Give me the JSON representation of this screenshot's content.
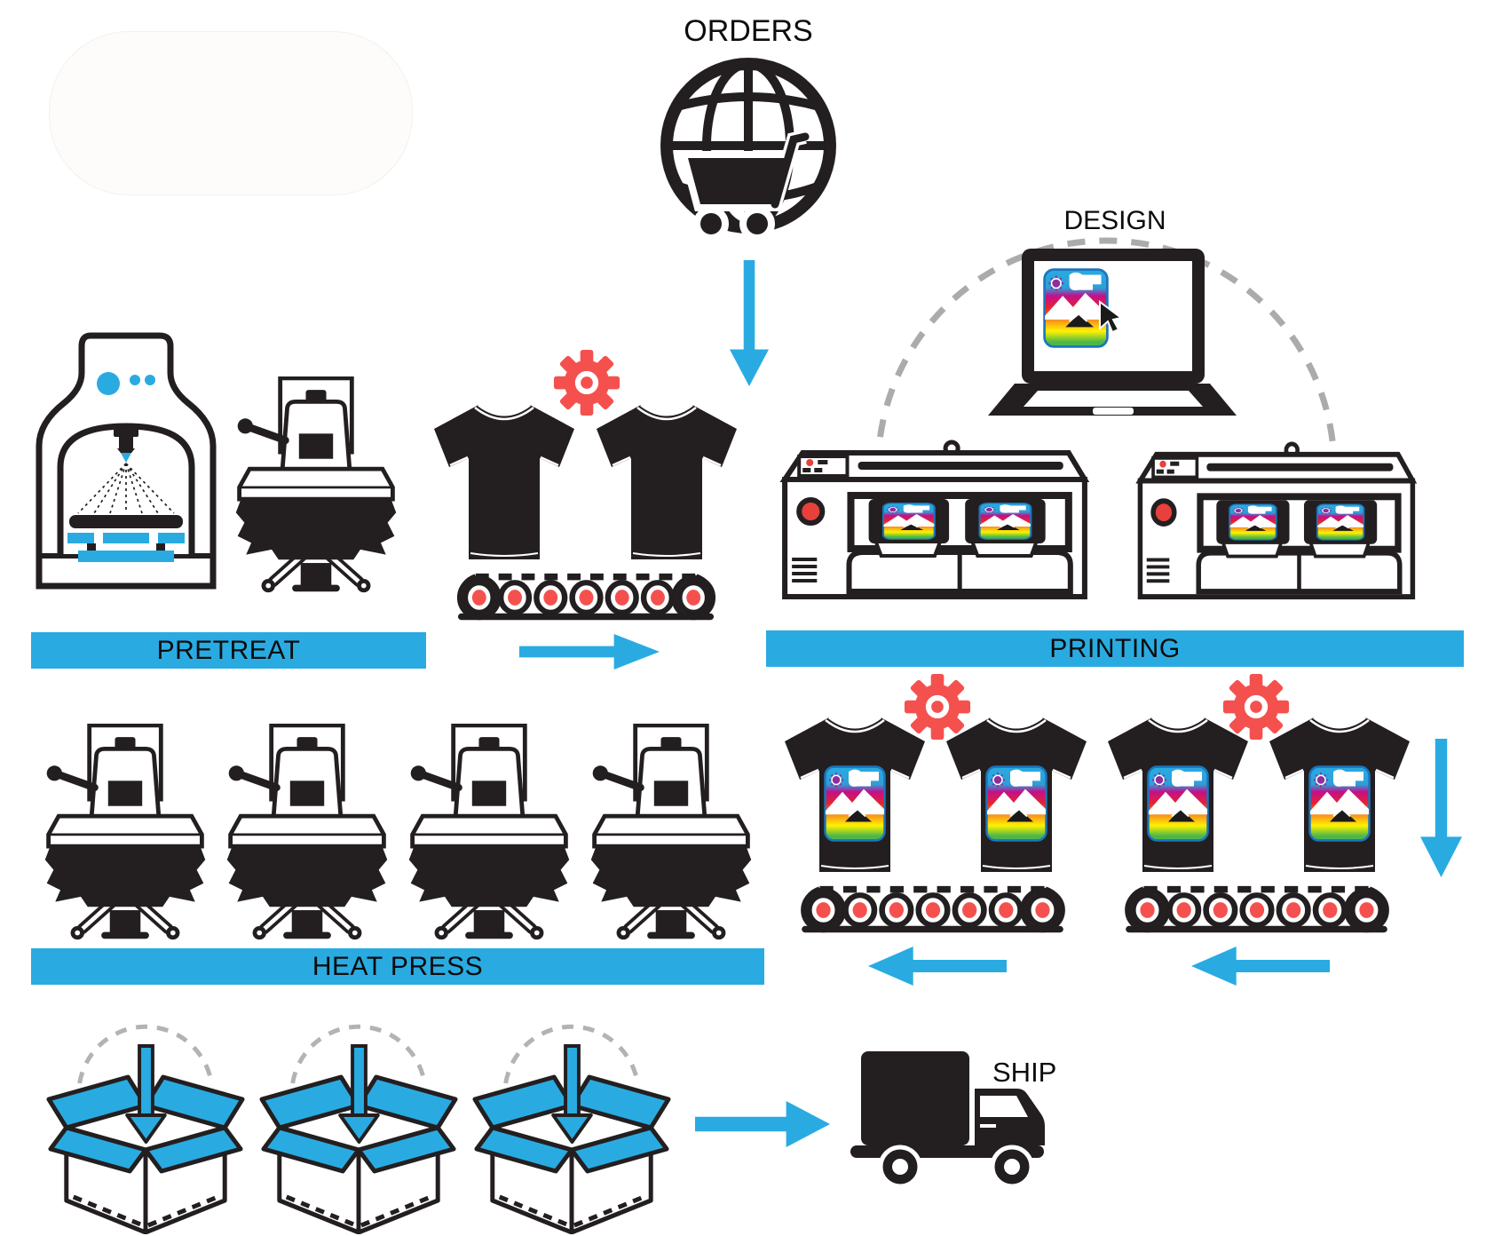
{
  "labels": {
    "orders": "ORDERS",
    "design": "DESIGN",
    "pretreat": "PRETREAT",
    "printing": "PRINTING",
    "heat_press": "HEAT PRESS",
    "ship": "SHIP"
  },
  "colors": {
    "accent_blue": "#29ABE2",
    "accent_red": "#F4514E",
    "button_red": "#E8403A",
    "ink_black": "#231F20",
    "dash_gray": "#ABABAB",
    "print_border_blue": "#1C75BC",
    "print_sun_purple": "#8E2E9C"
  },
  "icons": {
    "orders": "globe-shopping-cart-icon",
    "design": "laptop-design-icon",
    "design_link": "dashed-sync-arc",
    "pretreat_machine": "pretreat-sprayer-icon",
    "heat_press_machine": "heat-press-icon",
    "shirt_blank": "blank-tshirt-icon",
    "shirt_printed": "printed-tshirt-icon",
    "printer": "dtg-printer-icon",
    "conveyor": "conveyor-belt-icon",
    "gear": "process-gear-icon",
    "box": "packing-box-icon",
    "truck": "delivery-truck-icon",
    "arrow": "flow-arrow-icon"
  }
}
